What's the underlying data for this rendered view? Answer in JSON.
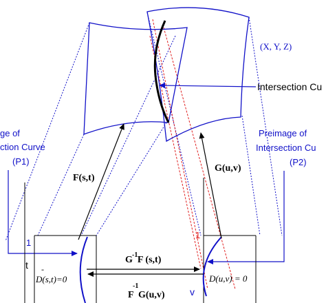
{
  "space_label": "(X, Y, Z)",
  "callouts": {
    "intersection_curve": "Intersection Cu",
    "preimage_left_line1": "ge of",
    "preimage_left_line2": "ction Curve",
    "preimage_left_line3": "(P1)",
    "preimage_right_line1": "Preimage of",
    "preimage_right_line2": "Intersection Cu",
    "preimage_right_line3": "(P2)"
  },
  "maps": {
    "F": "F(s,t)",
    "G": "G(u,v)",
    "G_inv_F": "G  F (s,t)",
    "G_inv_F_sup": "-1",
    "F_inv_G": "F  G(u,v)",
    "F_inv_G_sup": "-1"
  },
  "domain_left": {
    "tick_one": "1",
    "axis_t": "t",
    "equation": "D(s,t)=0",
    "equation_bar": "-"
  },
  "domain_right": {
    "tick_one": "1",
    "axis_v": "v",
    "equation": "D(u,v) = 0"
  },
  "colors": {
    "surface": "#1010c8",
    "curve": "#000000",
    "red_dash": "#e02020",
    "blue_dash": "#1010c8",
    "text": "#000000",
    "blue_text": "#1010c8"
  }
}
